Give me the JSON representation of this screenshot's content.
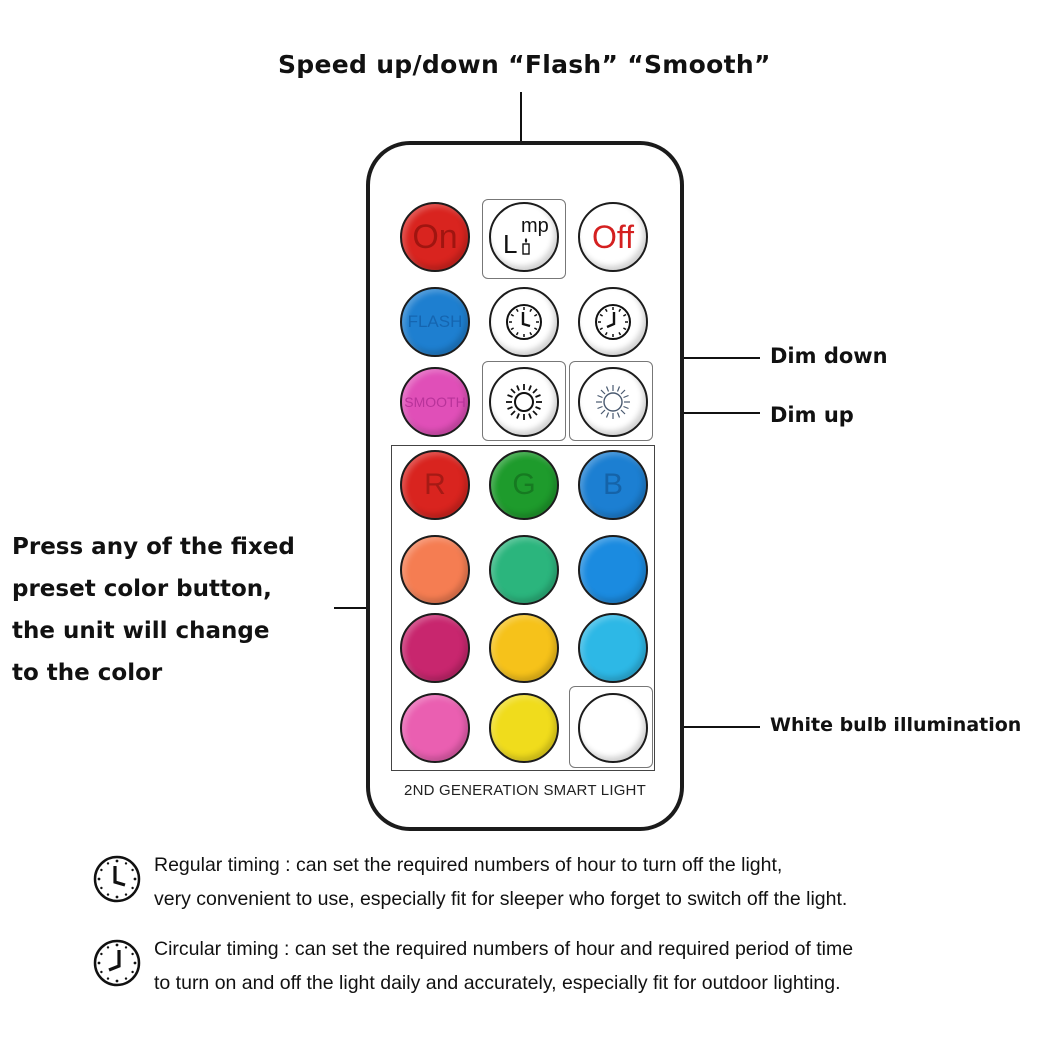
{
  "callouts": {
    "top": "Speed up/down   “Flash”   “Smooth”",
    "dim_down": "Dim down",
    "dim_up": "Dim up",
    "white": "White bulb illumination",
    "preset_lines": [
      "Press any of the fixed",
      "preset color button,",
      "the unit will change",
      "to the color"
    ]
  },
  "remote": {
    "brand": "2ND GENERATION SMART LIGHT",
    "buttons": {
      "on": {
        "label": "On",
        "color": "#d9241f",
        "text_color": "#a01510"
      },
      "lamp": {
        "label_main": "L",
        "label_sup": "mp",
        "color": "#ffffff"
      },
      "off": {
        "label": "Off",
        "color": "#ffffff",
        "text_color": "#d42020"
      },
      "flash": {
        "label": "FLASH",
        "color": "#1e7fd0",
        "text_color": "#1565b0"
      },
      "regular_timer": {
        "icon": "clock-icon",
        "color": "#ffffff"
      },
      "circular_timer": {
        "icon": "clock-icon",
        "color": "#ffffff"
      },
      "smooth": {
        "label": "SMOOTH",
        "color": "#e04fb8",
        "text_color": "#b8339a"
      },
      "dim_down": {
        "icon": "sun-icon",
        "color": "#ffffff"
      },
      "dim_up": {
        "icon": "sun-outline-icon",
        "color": "#ffffff"
      },
      "r": {
        "label": "R",
        "color": "#d9241f",
        "text_color": "#a51a15"
      },
      "g": {
        "label": "G",
        "color": "#1e9b2c",
        "text_color": "#167a21"
      },
      "b": {
        "label": "B",
        "color": "#1c7fd2",
        "text_color": "#1563a8"
      }
    },
    "preset_colors": [
      "#f57d52",
      "#2bb57d",
      "#1b8be0",
      "#c8266e",
      "#f6c21a",
      "#2db8e6",
      "#ea5fb1",
      "#f0dc1c"
    ],
    "white_button_color": "#ffffff"
  },
  "notes": [
    {
      "icon": "clock-icon",
      "lines": [
        "Regular timing : can set the required numbers of hour to turn off the light,",
        "very convenient to use, especially fit for sleeper who forget to switch off the light."
      ]
    },
    {
      "icon": "clock-icon",
      "lines": [
        "Circular timing : can set the required numbers of hour and required period of time",
        "to turn on and off the light daily and accurately, especially fit for outdoor lighting."
      ]
    }
  ]
}
